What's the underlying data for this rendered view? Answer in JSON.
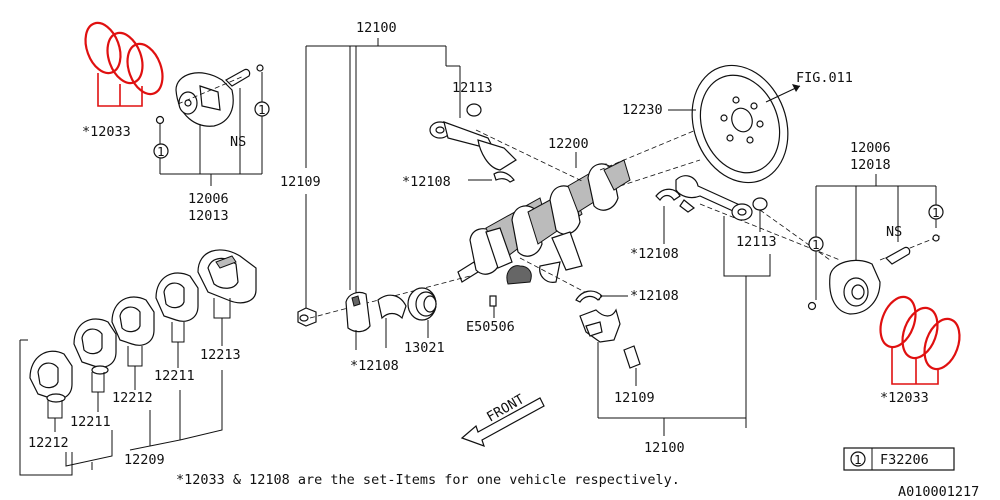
{
  "parts": {
    "crankshaft": "12200",
    "connecting_rod_assy": "12100",
    "flywheel_drive_plate": "12230",
    "rod_bushing": "12113",
    "rod_bearing": "*12108",
    "rod_bolt": "12109",
    "piston_ring_set": "*12033",
    "piston_1": "12006",
    "piston_2": "12013",
    "piston_r1": "12006",
    "piston_r2": "12018",
    "crank_bearing_1": "12212",
    "crank_bearing_2": "12211",
    "crank_bearing_3": "12209",
    "crank_bearing_4": "12213",
    "crank_pulley_key": "E50506",
    "oil_seal": "13021"
  },
  "labels": {
    "fig_ref": "FIG.011",
    "ns": "NS",
    "circle_one": "1",
    "front": "FRONT",
    "footnote": "*12033 & 12108 are the set-Items for one vehicle respectively.",
    "legend_num": "1",
    "legend_code": "F32206",
    "diagram_id": "A010001217"
  },
  "colors": {
    "highlight": "#e01010",
    "line": "#111111"
  }
}
